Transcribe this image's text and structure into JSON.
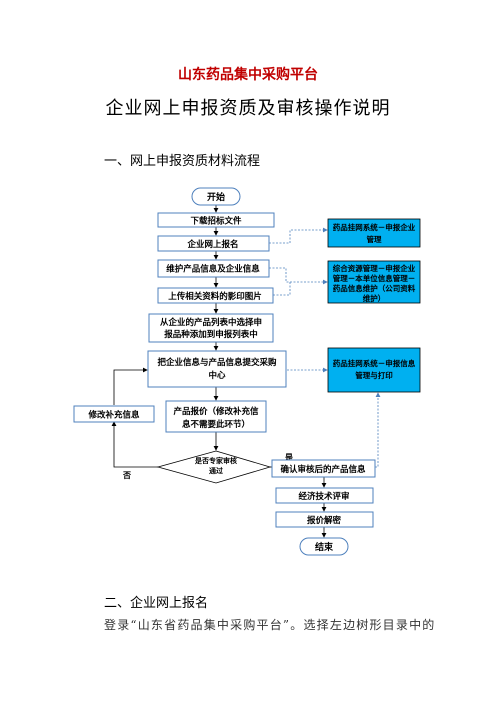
{
  "document": {
    "title": "山东药品集中采购平台",
    "subtitle": "企业网上申报资质及审核操作说明",
    "section1": "一、网上申报资质材料流程",
    "section2": "二、企业网上报名",
    "body_line": "登录“山东省药品集中采购平台”。选择左边树形目录中的"
  },
  "flowchart": {
    "start": "开始",
    "step_download": "下载招标文件",
    "step_signup": "企业网上报名",
    "step_maintain": "维护产品信息及企业信息",
    "step_upload": "上传相关资料的影印图片",
    "step_select_1": "从企业的产品列表中选择申",
    "step_select_2": "报品种添加到申报列表中",
    "step_submit_1": "把企业信息与产品信息提交采购",
    "step_submit_2": "中心",
    "step_quote_1": "产品报价（修改补充信",
    "step_quote_2": "息不需要此环节）",
    "step_revise": "修改补充信息",
    "decision_1": "是否专家审核",
    "decision_2": "通过",
    "label_yes": "是",
    "label_no": "否",
    "step_confirm": "确认审核后的产品信息",
    "step_tech": "经济技术评审",
    "step_price": "报价解密",
    "end": "结束",
    "note1_1": "药品挂网系统－申报企业",
    "note1_2": "管理",
    "note2_1": "综合资源管理－申报企业",
    "note2_2": "管理－本单位信息管理－",
    "note2_3": "药品信息维护（公司资料",
    "note2_4": "维护）",
    "note3_1": "药品挂网系统－申报信息",
    "note3_2": "管理与打印"
  },
  "colors": {
    "title_red": "#c00000",
    "box_fill": "#ffffff",
    "note_fill": "#00b0f0",
    "connector_blue": "#4f81bd"
  }
}
